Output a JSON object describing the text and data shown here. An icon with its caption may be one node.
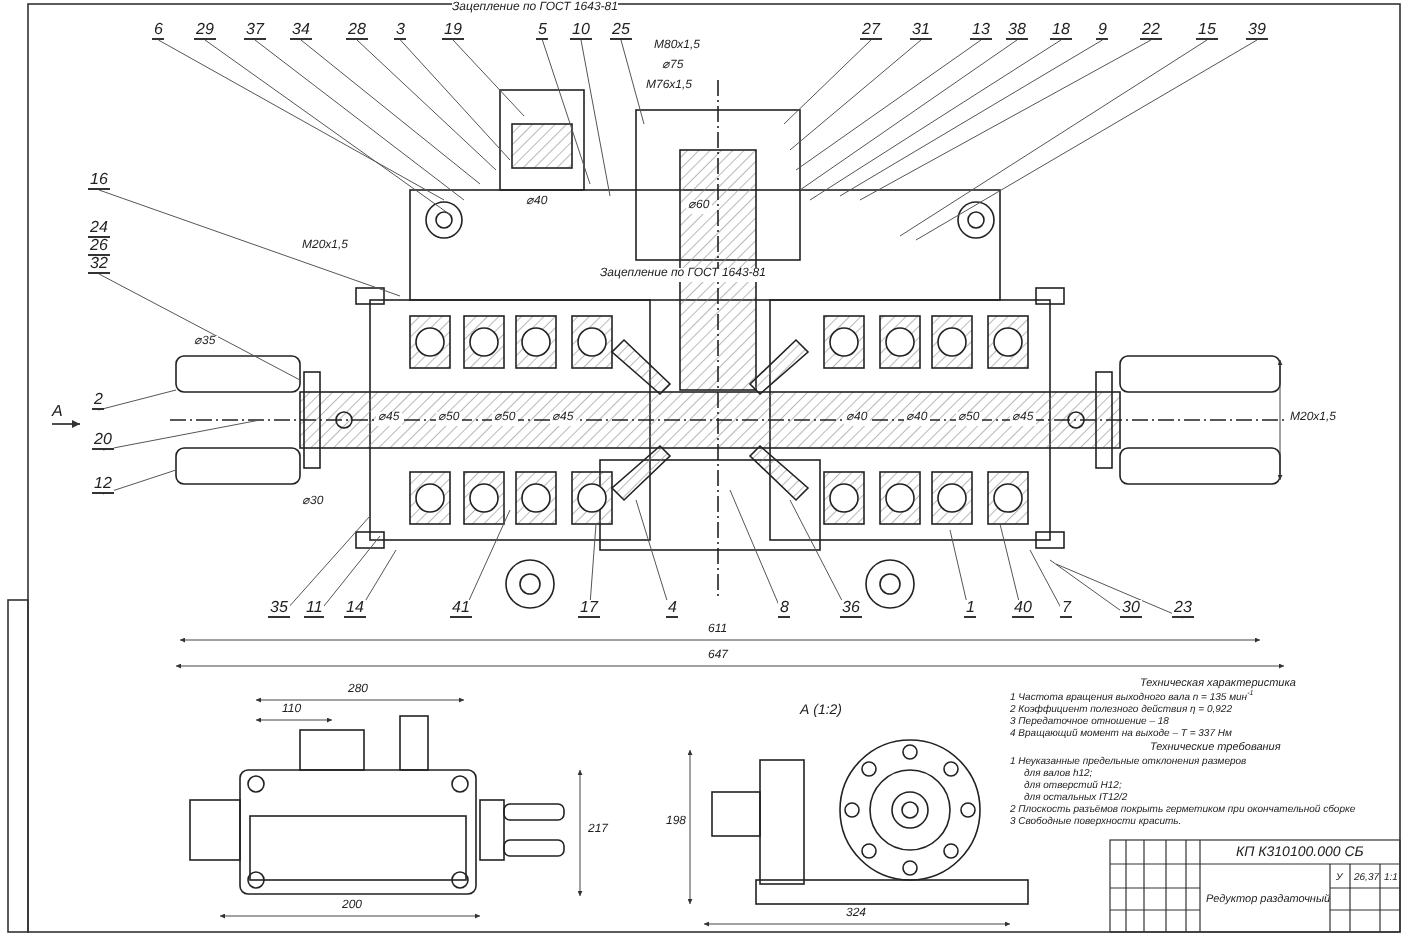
{
  "diagram": {
    "nodes": [
      {
        "text": [
          "6"
        ]
      },
      {
        "text": [
          "29"
        ]
      },
      {
        "text": [
          "37"
        ]
      },
      {
        "text": [
          "34"
        ]
      },
      {
        "text": [
          "28"
        ]
      },
      {
        "text": [
          "3"
        ]
      },
      {
        "text": [
          "19"
        ]
      },
      {
        "text": [
          "5"
        ]
      },
      {
        "text": [
          "10"
        ]
      },
      {
        "text": [
          "25"
        ]
      },
      {
        "text": [
          "27"
        ]
      },
      {
        "text": [
          "31"
        ]
      },
      {
        "text": [
          "13"
        ]
      },
      {
        "text": [
          "38"
        ]
      },
      {
        "text": [
          "18"
        ]
      },
      {
        "text": [
          "9"
        ]
      },
      {
        "text": [
          "22"
        ]
      },
      {
        "text": [
          "15"
        ]
      },
      {
        "text": [
          "39"
        ]
      },
      {
        "text": [
          "16"
        ]
      },
      {
        "text": [
          "24",
          "26",
          "32"
        ]
      },
      {
        "text": [
          "2"
        ]
      },
      {
        "text": [
          "20"
        ]
      },
      {
        "text": [
          "12"
        ]
      },
      {
        "text": [
          "35"
        ]
      },
      {
        "text": [
          "11"
        ]
      },
      {
        "text": [
          "14"
        ]
      },
      {
        "text": [
          "41"
        ]
      },
      {
        "text": [
          "17"
        ]
      },
      {
        "text": [
          "4"
        ]
      },
      {
        "text": [
          "8"
        ]
      },
      {
        "text": [
          "36"
        ]
      },
      {
        "text": [
          "1"
        ]
      },
      {
        "text": [
          "40"
        ]
      },
      {
        "text": [
          "7"
        ]
      },
      {
        "text": [
          "30"
        ]
      },
      {
        "text": [
          "23"
        ]
      }
    ],
    "edges": [
      {
        "from": 0,
        "to": null,
        "arrow": "none"
      },
      {
        "from": 1,
        "to": null,
        "arrow": "none"
      },
      {
        "from": 2,
        "to": null,
        "arrow": "none"
      },
      {
        "from": 3,
        "to": null,
        "arrow": "none"
      },
      {
        "from": 4,
        "to": null,
        "arrow": "none"
      },
      {
        "from": 5,
        "to": null,
        "arrow": "none"
      },
      {
        "from": 6,
        "to": null,
        "arrow": "none"
      },
      {
        "from": 7,
        "to": null,
        "arrow": "none"
      },
      {
        "from": 8,
        "to": null,
        "arrow": "none"
      },
      {
        "from": 9,
        "to": null,
        "arrow": "none"
      },
      {
        "from": 10,
        "to": null,
        "arrow": "none"
      },
      {
        "from": 11,
        "to": null,
        "arrow": "none"
      },
      {
        "from": 12,
        "to": null,
        "arrow": "none"
      },
      {
        "from": 13,
        "to": null,
        "arrow": "none"
      },
      {
        "from": 14,
        "to": null,
        "arrow": "none"
      },
      {
        "from": 15,
        "to": null,
        "arrow": "none"
      },
      {
        "from": 16,
        "to": null,
        "arrow": "none"
      },
      {
        "from": 17,
        "to": null,
        "arrow": "none"
      },
      {
        "from": 18,
        "to": null,
        "arrow": "none"
      },
      {
        "from": 19,
        "to": null,
        "arrow": "none"
      },
      {
        "from": 20,
        "to": null,
        "arrow": "none"
      },
      {
        "from": 21,
        "to": null,
        "arrow": "none"
      },
      {
        "from": 22,
        "to": null,
        "arrow": "none"
      },
      {
        "from": 23,
        "to": null,
        "arrow": "none"
      },
      {
        "from": 24,
        "to": null,
        "arrow": "none"
      },
      {
        "from": 25,
        "to": null,
        "arrow": "none"
      },
      {
        "from": 26,
        "to": null,
        "arrow": "none"
      },
      {
        "from": 27,
        "to": null,
        "arrow": "none"
      },
      {
        "from": 28,
        "to": null,
        "arrow": "none"
      },
      {
        "from": 29,
        "to": null,
        "arrow": "none"
      },
      {
        "from": 30,
        "to": null,
        "arrow": "none"
      },
      {
        "from": 31,
        "to": null,
        "arrow": "none"
      },
      {
        "from": 32,
        "to": null,
        "arrow": "none"
      },
      {
        "from": 33,
        "to": null,
        "arrow": "none"
      },
      {
        "from": 34,
        "to": null,
        "arrow": "none"
      },
      {
        "from": 35,
        "to": null,
        "arrow": "none"
      },
      {
        "from": 36,
        "to": null,
        "arrow": "none"
      }
    ],
    "labels": [
      "Зацепление по ГОСТ 1643-81",
      "М80х1,5",
      "⌀75",
      "М76х1,5",
      "⌀40",
      "⌀60",
      "Зацепление по ГОСТ 1643-81",
      "М20х1,5",
      "⌀35",
      "⌀30",
      "А",
      "⌀45",
      "⌀50",
      "⌀50",
      "⌀45",
      "⌀40",
      "⌀40",
      "⌀50",
      "⌀45",
      "М20х1,5",
      "611",
      "647",
      "280",
      "110",
      "217",
      "200",
      "А (1:2)",
      "198",
      "324",
      "Техническая характеристика",
      "1 Частота вращения выходного вала n = 135 мин$^{-1}$",
      "2 Коэффициент полезного действия η = 0,922",
      "3 Передаточное отношение – 18",
      "4 Вращающий момент на выходе – T = 337 Нм",
      "Технические требования",
      "1 Неуказанные предельные отклонения размеров",
      "для валов h12;",
      "для отверстий H12;",
      "для остальных IT12/2",
      "2 Плоскость разъёмов покрыть герметиком при окончательной сборке",
      "3 Свободные поверхности красить.",
      "КП К310100.000 СБ",
      "Редуктор раздаточный",
      "У",
      "26,37",
      "1:1"
    ]
  }
}
